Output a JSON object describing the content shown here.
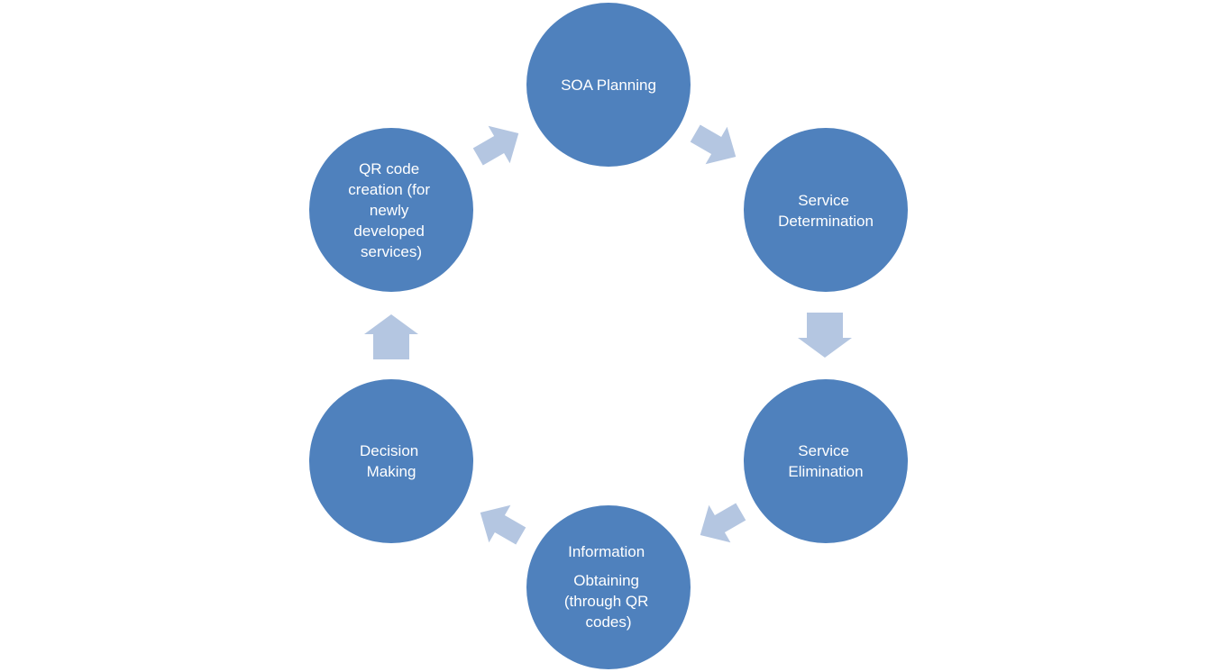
{
  "colors": {
    "node_fill": "#4F81BD",
    "arrow_fill": "#B4C6E1",
    "text": "#FFFFFF",
    "background": "#FFFFFF"
  },
  "cycle": {
    "nodes": [
      {
        "id": "soa-planning",
        "lines": [
          "SOA Planning"
        ]
      },
      {
        "id": "service-determination",
        "lines": [
          "Service",
          "Determination"
        ]
      },
      {
        "id": "service-elimination",
        "lines": [
          "Service",
          "Elimination"
        ]
      },
      {
        "id": "information-obtaining",
        "lines": [
          "Information",
          "Obtaining",
          "(through QR",
          "codes)"
        ]
      },
      {
        "id": "decision-making",
        "lines": [
          "Decision",
          "Making"
        ]
      },
      {
        "id": "qr-code-creation",
        "lines": [
          "QR code",
          "creation (for",
          "newly",
          "developed",
          "services)"
        ]
      }
    ],
    "arrow_icon": "block-arrow-icon"
  }
}
